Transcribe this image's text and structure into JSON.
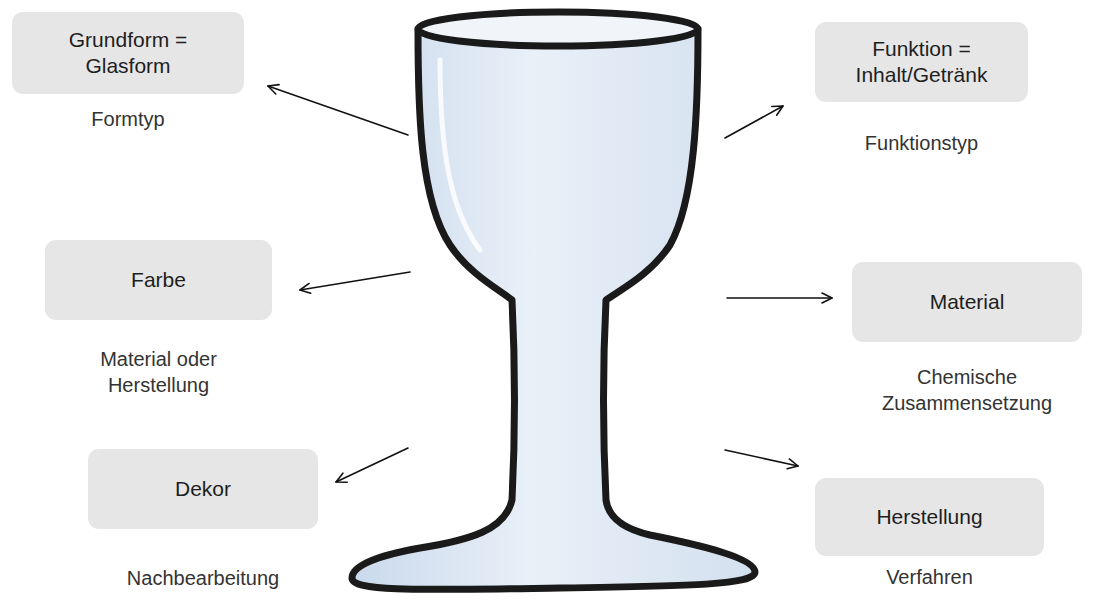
{
  "diagram": {
    "nodes": [
      {
        "text": [
          "Grundform = Glasform",
          "Formtyp"
        ]
      },
      {
        "text": [
          "Funktion = Inhalt/Getränk",
          "Funktionstyp"
        ]
      },
      {
        "text": [
          "Farbe",
          "Material oder Herstellung"
        ]
      },
      {
        "text": [
          "Material",
          "Chemische Zusammensetzung"
        ]
      },
      {
        "text": [
          "Dekor",
          "Nachbearbeitung"
        ]
      },
      {
        "text": [
          "Herstellung",
          "Verfahren"
        ]
      }
    ]
  }
}
